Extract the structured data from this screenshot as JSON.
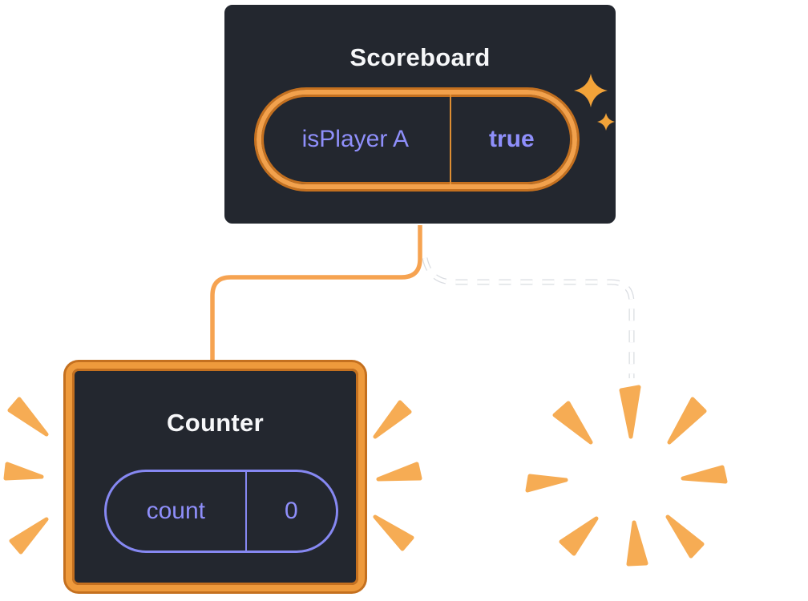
{
  "scoreboard": {
    "title": "Scoreboard",
    "state": {
      "label": "isPlayer A",
      "value": "true"
    }
  },
  "counter": {
    "title": "Counter",
    "state": {
      "label": "count",
      "value": "0"
    }
  },
  "connectors": {
    "kept_branch": "solid",
    "removed_branch": "dashed"
  },
  "colors": {
    "box_background": "#23272F",
    "box_border": "#FFFFFF",
    "highlight_orange": "#F6A351",
    "highlight_orange_dark": "#C4701F",
    "state_purple": "#8F8FFB",
    "burst_orange": "#F6AC54",
    "title_text": "#F6F7F9"
  }
}
